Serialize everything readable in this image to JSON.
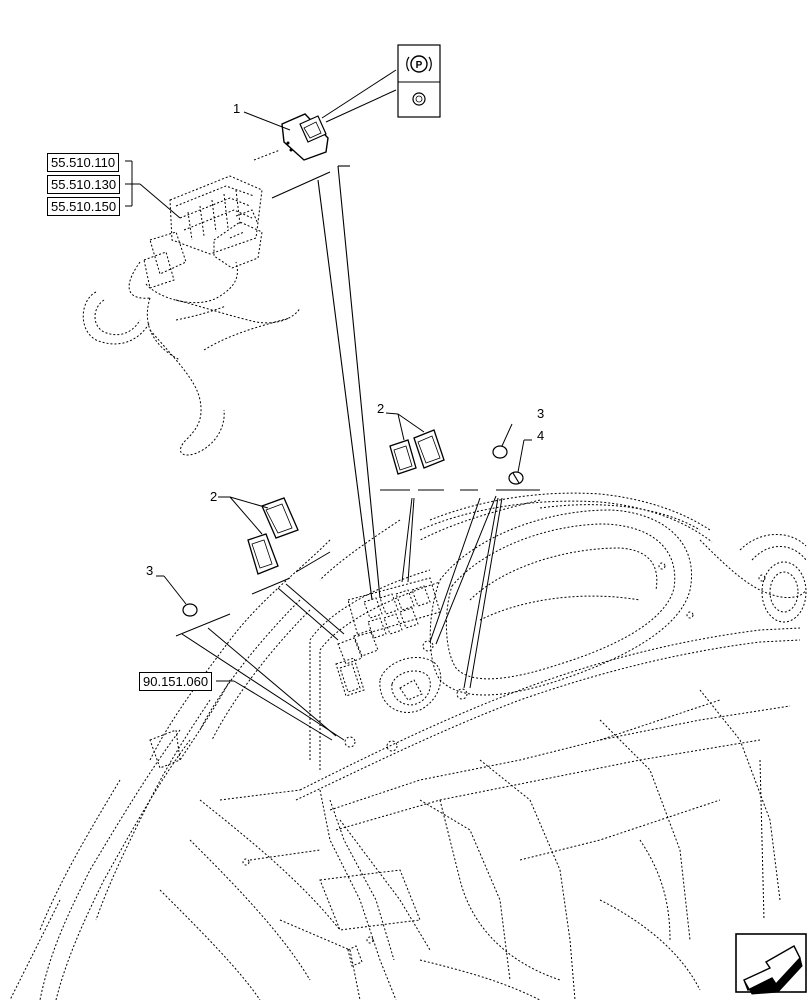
{
  "references": {
    "ref_a": "55.510.110",
    "ref_b": "55.510.130",
    "ref_c": "55.510.150",
    "ref_d": "90.151.060"
  },
  "callouts": {
    "item_1": "1",
    "item_2_upper": "2",
    "item_2_lower": "2",
    "item_3_upper": "3",
    "item_3_lower": "3",
    "item_4": "4"
  },
  "park_symbol": "P",
  "icons": [
    "parking-brake-icon",
    "park-release-icon",
    "navigation-arrow-icon"
  ]
}
